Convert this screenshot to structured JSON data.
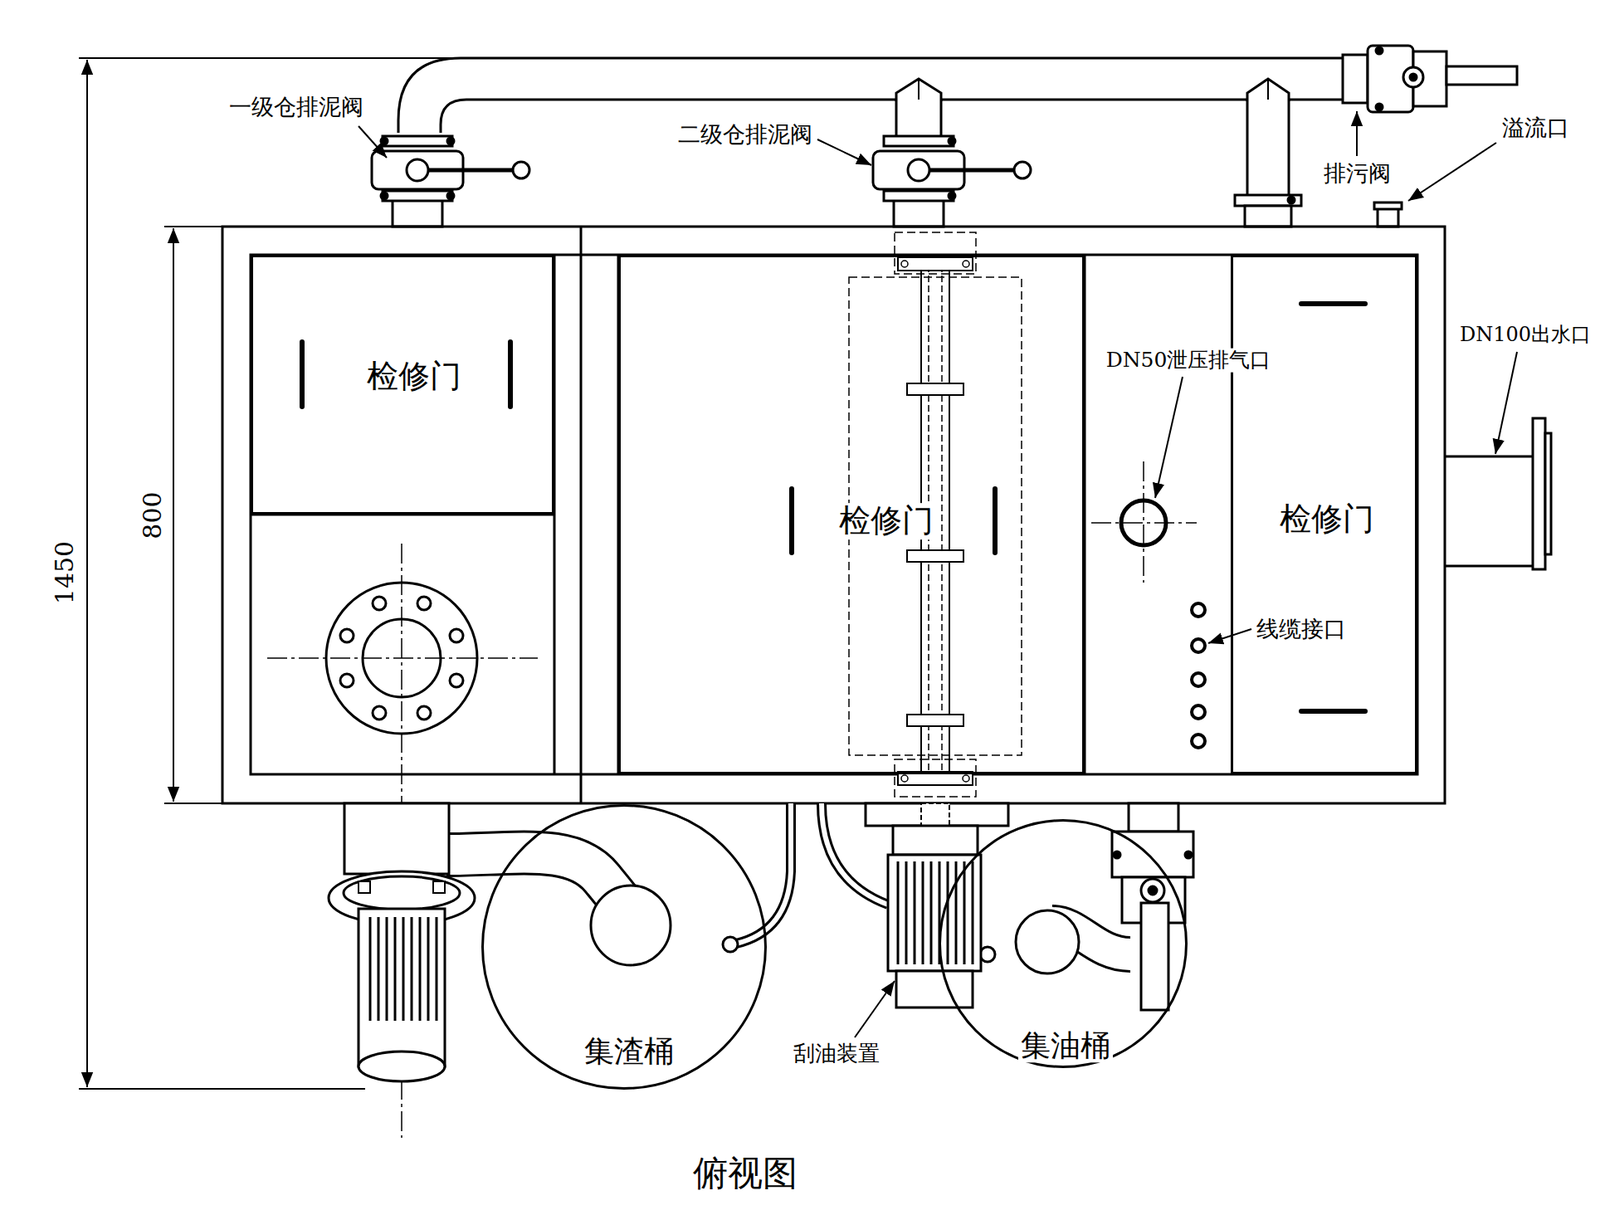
{
  "diagram": {
    "caption": "俯视图",
    "nodes": [
      {
        "text": [
          "检修门"
        ]
      },
      {
        "text": [
          "检修门"
        ]
      },
      {
        "text": [
          "检修门"
        ]
      },
      {
        "text": [
          "集渣桶"
        ]
      },
      {
        "text": [
          "集油桶"
        ]
      }
    ],
    "labels": [
      "一级仓排泥阀",
      "二级仓排泥阀",
      "排污阀",
      "溢流口",
      "DN100出水口",
      "DN50泄压排气口",
      "线缆接口",
      "刮油装置",
      "1450",
      "800"
    ]
  }
}
